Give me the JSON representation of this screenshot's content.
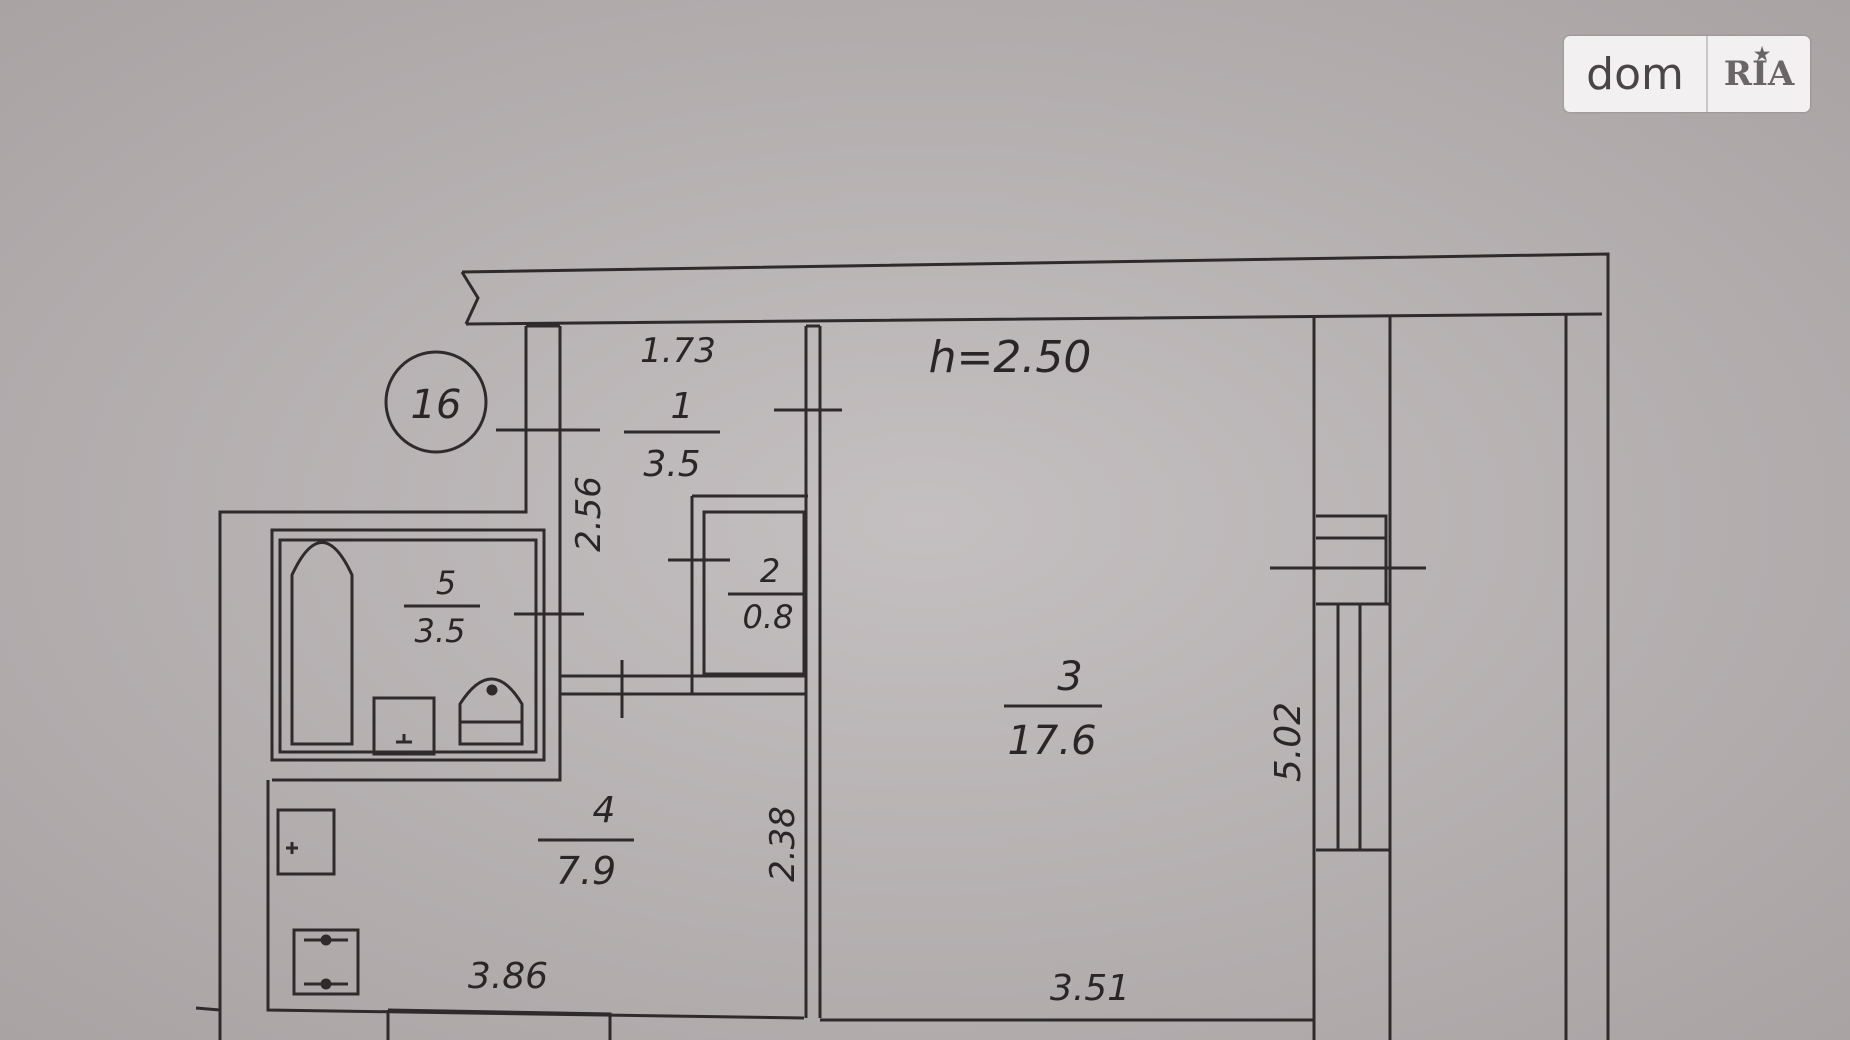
{
  "plan": {
    "apartment_no": "16",
    "ceiling_height": "h=2.50",
    "rooms": [
      {
        "no": "1",
        "area": "3.5"
      },
      {
        "no": "2",
        "area": "0.8"
      },
      {
        "no": "3",
        "area": "17.6"
      },
      {
        "no": "4",
        "area": "7.9"
      },
      {
        "no": "5",
        "area": "3.5"
      }
    ],
    "dimensions": {
      "top": "1.73",
      "corridor_height": "2.56",
      "room3_height": "5.02",
      "kitchen_height": "2.38",
      "kitchen_width": "3.86",
      "room3_width": "3.51"
    }
  },
  "watermark": {
    "left": "dom",
    "right": "RIA"
  },
  "colors": {
    "paper": "#b9b3b4",
    "ink": "#2a2628",
    "logo_bg": "#f2f0f1"
  }
}
